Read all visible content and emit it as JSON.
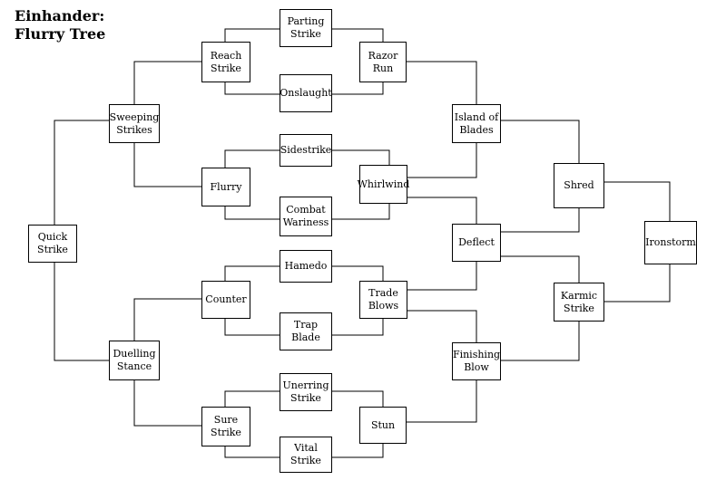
{
  "title": {
    "line1": "Einhander:",
    "line2": "Flurry Tree"
  },
  "nodes": {
    "parting_strike": "Parting\nStrike",
    "reach_strike": "Reach\nStrike",
    "razor_run": "Razor\nRun",
    "onslaught": "Onslaught",
    "sweeping_strikes": "Sweeping\nStrikes",
    "island_of_blades": "Island of\nBlades",
    "sidestrike": "Sidestrike",
    "flurry": "Flurry",
    "whirlwind": "Whirlwind",
    "shred": "Shred",
    "combat_wariness": "Combat\nWariness",
    "quick_strike": "Quick\nStrike",
    "deflect": "Deflect",
    "ironstorm": "Ironstorm",
    "hamedo": "Hamedo",
    "counter": "Counter",
    "trade_blows": "Trade\nBlows",
    "karmic_strike": "Karmic\nStrike",
    "trap_blade": "Trap\nBlade",
    "duelling_stance": "Duelling\nStance",
    "finishing_blow": "Finishing\nBlow",
    "unerring_strike": "Unerring\nStrike",
    "sure_strike": "Sure\nStrike",
    "stun": "Stun",
    "vital_strike": "Vital\nStrike"
  }
}
